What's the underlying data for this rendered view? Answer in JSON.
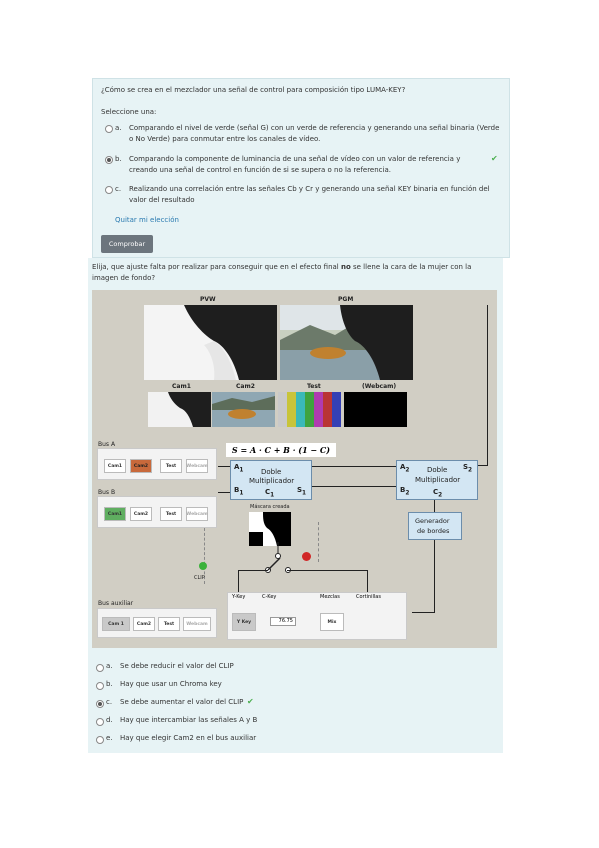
{
  "question1": {
    "text": "¿Cómo se crea en el mezclador una señal de control para composición tipo LUMA-KEY?",
    "select_prompt": "Seleccione una:",
    "options": [
      {
        "letter": "a.",
        "line1": "Comparando el nivel de verde (señal G) con un verde de referencia y generando una señal binaria (Verde",
        "line2": "o No Verde) para conmutar entre los canales de vídeo."
      },
      {
        "letter": "b.",
        "line1": "Comparando la componente de luminancia de una señal de vídeo con un valor de referencia y",
        "line2": "creando una señal de control en función de si se supera o no la referencia."
      },
      {
        "letter": "c.",
        "line1": "Realizando una correlación entre las señales Cb y Cr y generando una señal KEY binaria en función del",
        "line2": "valor del resultado"
      }
    ],
    "selected": "b",
    "clear_link": "Quitar mi elección",
    "check_button": "Comprobar"
  },
  "question2": {
    "text_pre": "Elija, que ajuste falta por realizar para conseguir que en el efecto final ",
    "text_bold": "no",
    "text_post": " se llene la cara de la mujer con la",
    "text_line2": "imagen de fondo?",
    "figure": {
      "pvw": "PVW",
      "pgm": "PGM",
      "cam1": "Cam1",
      "cam2": "Cam2",
      "test": "Test",
      "webcam": "(Webcam)",
      "formula": "S = A · C + B · (1 − C)",
      "bus_a": "Bus A",
      "bus_b": "Bus B",
      "bus_aux": "Bus auxiliar",
      "btn_cam1": "Cam1",
      "btn_cam2": "Cam2",
      "btn_test": "Test",
      "btn_webcam": "Webcam",
      "aux_cam1": "Cam 1",
      "aux_cam2": "Cam2",
      "doble_mult": "Doble Multiplicador",
      "doble_line1": "Doble",
      "doble_line2": "Multiplicador",
      "mascara": "Máscara creada",
      "generador_line1": "Generador",
      "generador_line2": "de bordes",
      "clip": "CLIP",
      "tab_ykey": "Y-Key",
      "tab_ckey": "C-Key",
      "tab_mezclas": "Mezclas",
      "tab_cortinillas": "Cortinillas",
      "ykey_button": "Y Key",
      "ykey_value": "76.75",
      "mix_button": "Mix"
    },
    "answers": [
      {
        "letter": "a.",
        "text": "Se debe reducir el valor del CLIP"
      },
      {
        "letter": "b.",
        "text": "Hay que usar un Chroma key"
      },
      {
        "letter": "c.",
        "text": "Se debe aumentar el valor del CLIP"
      },
      {
        "letter": "d.",
        "text": "Hay que intercambiar las señales A y B"
      },
      {
        "letter": "e.",
        "text": "Hay que elegir Cam2 en el bus auxiliar"
      }
    ],
    "selected": "c"
  },
  "colors": {
    "panel_bg": "#e7f3f5",
    "cam2_active": "#c8693b",
    "cam1_active": "#5fae60",
    "check": "#4caf50"
  }
}
